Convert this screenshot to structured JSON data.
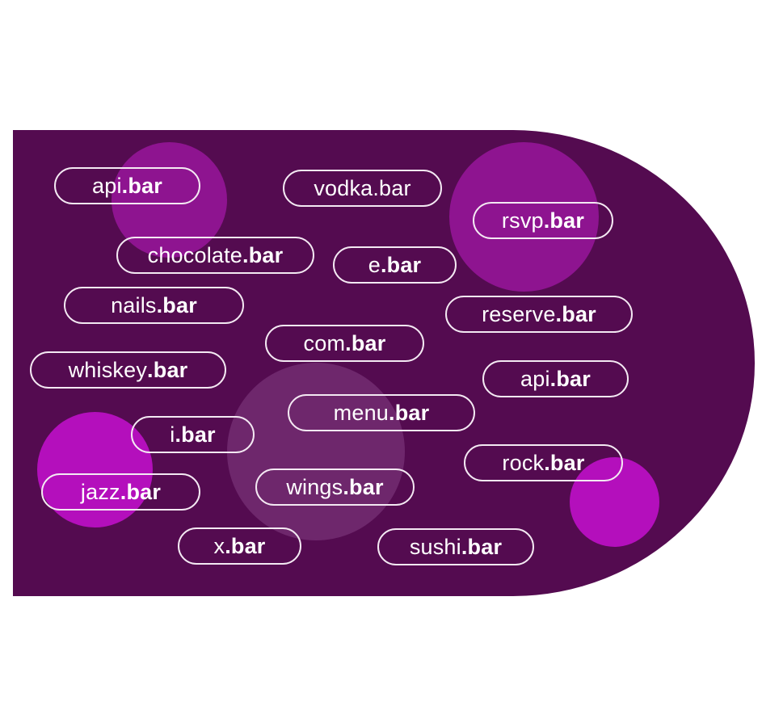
{
  "colors": {
    "panel": "#540B50",
    "blob_bright": "#B40FBC",
    "blob_medium": "#8E1490",
    "blob_soft": "#6E276C",
    "pill_border": "#F4E9F3",
    "text": "#FFFFFF"
  },
  "domains": [
    {
      "name": "api",
      "tld": ".bar",
      "bold_tld": true
    },
    {
      "name": "vodka.bar",
      "tld": "",
      "bold_tld": false
    },
    {
      "name": "rsvp",
      "tld": ".bar",
      "bold_tld": true
    },
    {
      "name": "chocolate",
      "tld": ".bar",
      "bold_tld": true
    },
    {
      "name": "e",
      "tld": ".bar",
      "bold_tld": true
    },
    {
      "name": "nails",
      "tld": ".bar",
      "bold_tld": true
    },
    {
      "name": "reserve",
      "tld": ".bar",
      "bold_tld": true
    },
    {
      "name": "com",
      "tld": ".bar",
      "bold_tld": true
    },
    {
      "name": "whiskey",
      "tld": ".bar",
      "bold_tld": true
    },
    {
      "name": "api",
      "tld": ".bar",
      "bold_tld": true
    },
    {
      "name": "menu",
      "tld": ".bar",
      "bold_tld": true
    },
    {
      "name": "i",
      "tld": ".bar",
      "bold_tld": true
    },
    {
      "name": "rock",
      "tld": ".bar",
      "bold_tld": true
    },
    {
      "name": "jazz",
      "tld": ".bar",
      "bold_tld": true
    },
    {
      "name": "wings",
      "tld": ".bar",
      "bold_tld": true
    },
    {
      "name": "x",
      "tld": ".bar",
      "bold_tld": true
    },
    {
      "name": "sushi",
      "tld": ".bar",
      "bold_tld": true
    }
  ]
}
